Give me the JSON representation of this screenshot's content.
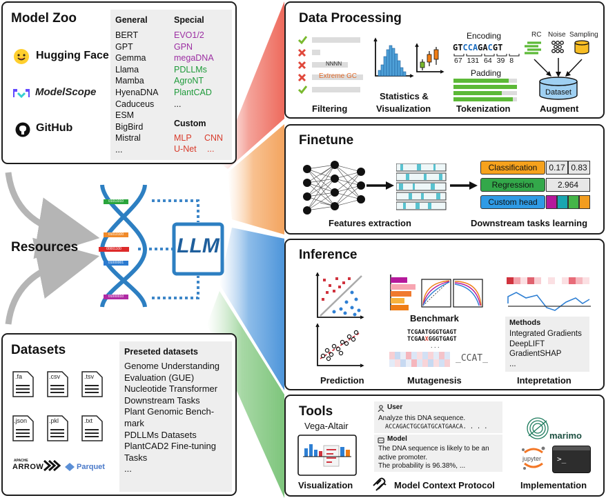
{
  "colors": {
    "purple": "#9b2ea2",
    "green": "#1e9a3a",
    "red": "#d83b2b",
    "blue": "#1f6fc0",
    "orange": "#ef7d16",
    "teal": "#23a0ae"
  },
  "model_zoo": {
    "title": "Model Zoo",
    "platforms": [
      "Hugging Face",
      "ModelScope",
      "GitHub"
    ],
    "general_header": "General",
    "general": [
      "BERT",
      "GPT",
      "Gemma",
      "Llama",
      "Mamba",
      "HyenaDNA",
      "Caduceus",
      "ESM",
      "BigBird",
      "Mistral",
      "..."
    ],
    "special_header": "Special",
    "special_purple": [
      "EVO1/2",
      "GPN",
      "megaDNA"
    ],
    "special_green": [
      "PDLLMs",
      "AgroNT",
      "PlantCAD"
    ],
    "special_more": "...",
    "custom_header": "Custom",
    "custom_row1": [
      "MLP",
      "CNN"
    ],
    "custom_row2": [
      "U-Net",
      "..."
    ]
  },
  "center": {
    "resources_label": "Resources",
    "llm_label": "LLM",
    "dna_bars": [
      "01011010",
      "01010100",
      "00001100",
      "01000001",
      "01000010"
    ]
  },
  "datasets": {
    "title": "Datasets",
    "file_types": [
      ".fa",
      ".csv",
      ".tsv",
      ".json",
      ".pkl",
      ".txt"
    ],
    "formats": [
      "ARROW",
      "Parquet"
    ],
    "arrow_caption": "APACHE",
    "preset_header": "Preseted datasets",
    "preset": [
      "Genome Understanding",
      "Evaluation (GUE)",
      "Nucleotide Transformer",
      "Downstream Tasks",
      "Plant Genomic Bench-",
      "mark",
      "PDLLMs Datasets",
      "PlantCAD2 Fine-tuning",
      "Tasks",
      "..."
    ]
  },
  "data_processing": {
    "title": "Data Processing",
    "filter_tags": [
      "NNNN",
      "Extreme GC"
    ],
    "encoding_title": "Encoding",
    "encoding_seq": [
      "G",
      "T",
      "C",
      "C",
      "A",
      "G",
      "A",
      "C",
      "G",
      "T"
    ],
    "encoding_nums": "67 131 64 39 8",
    "padding_title": "Padding",
    "aug_labels": [
      "RC",
      "Noise",
      "Sampling"
    ],
    "dataset_label": "Dataset",
    "step_labels": [
      "Filtering",
      "Statistics &",
      "Visualization",
      "Tokenization",
      "Augment"
    ]
  },
  "finetune": {
    "title": "Finetune",
    "heads": [
      "Classification",
      "Regression",
      "Custom head"
    ],
    "cls_values": [
      "0.17",
      "0.83"
    ],
    "reg_value": "2.964",
    "step_labels": [
      "Features extraction",
      "Downstream tasks learning"
    ]
  },
  "inference": {
    "title": "Inference",
    "benchmark_label": "Benchmark",
    "mut_seq1": "TCGAATGGGTGAGT",
    "mut_seq2_pre": "TCGAA",
    "mut_seq2_mut": "X",
    "mut_seq2_post": "GGGTGAGT",
    "mut_dots": ". . .",
    "mut_logo": "CCAT",
    "methods_header": "Methods",
    "methods": [
      "Integrated Gradients",
      "DeepLIFT",
      "GradientSHAP",
      "..."
    ],
    "step_labels": [
      "Prediction",
      "Mutagenesis",
      "Intepretation"
    ]
  },
  "tools": {
    "title": "Tools",
    "vega_label": "Vega-Altair",
    "visualization_label": "Visualization",
    "chat": {
      "user_label": "User",
      "user_msg": "Analyze this DNA sequence.",
      "user_seq": "ACCAGACTGCGATGCATGAACA. . . .",
      "model_label": "Model",
      "model_msg": [
        "The DNA sequence is likely to be an",
        "active promoter.",
        "The probability is 96.38%, ..."
      ]
    },
    "mcp_label": "Model Context Protocol",
    "marimo_label": "marimo",
    "jupyter_label": "jupyter",
    "terminal_prompt": ">_",
    "implementation_label": "Implementation"
  }
}
